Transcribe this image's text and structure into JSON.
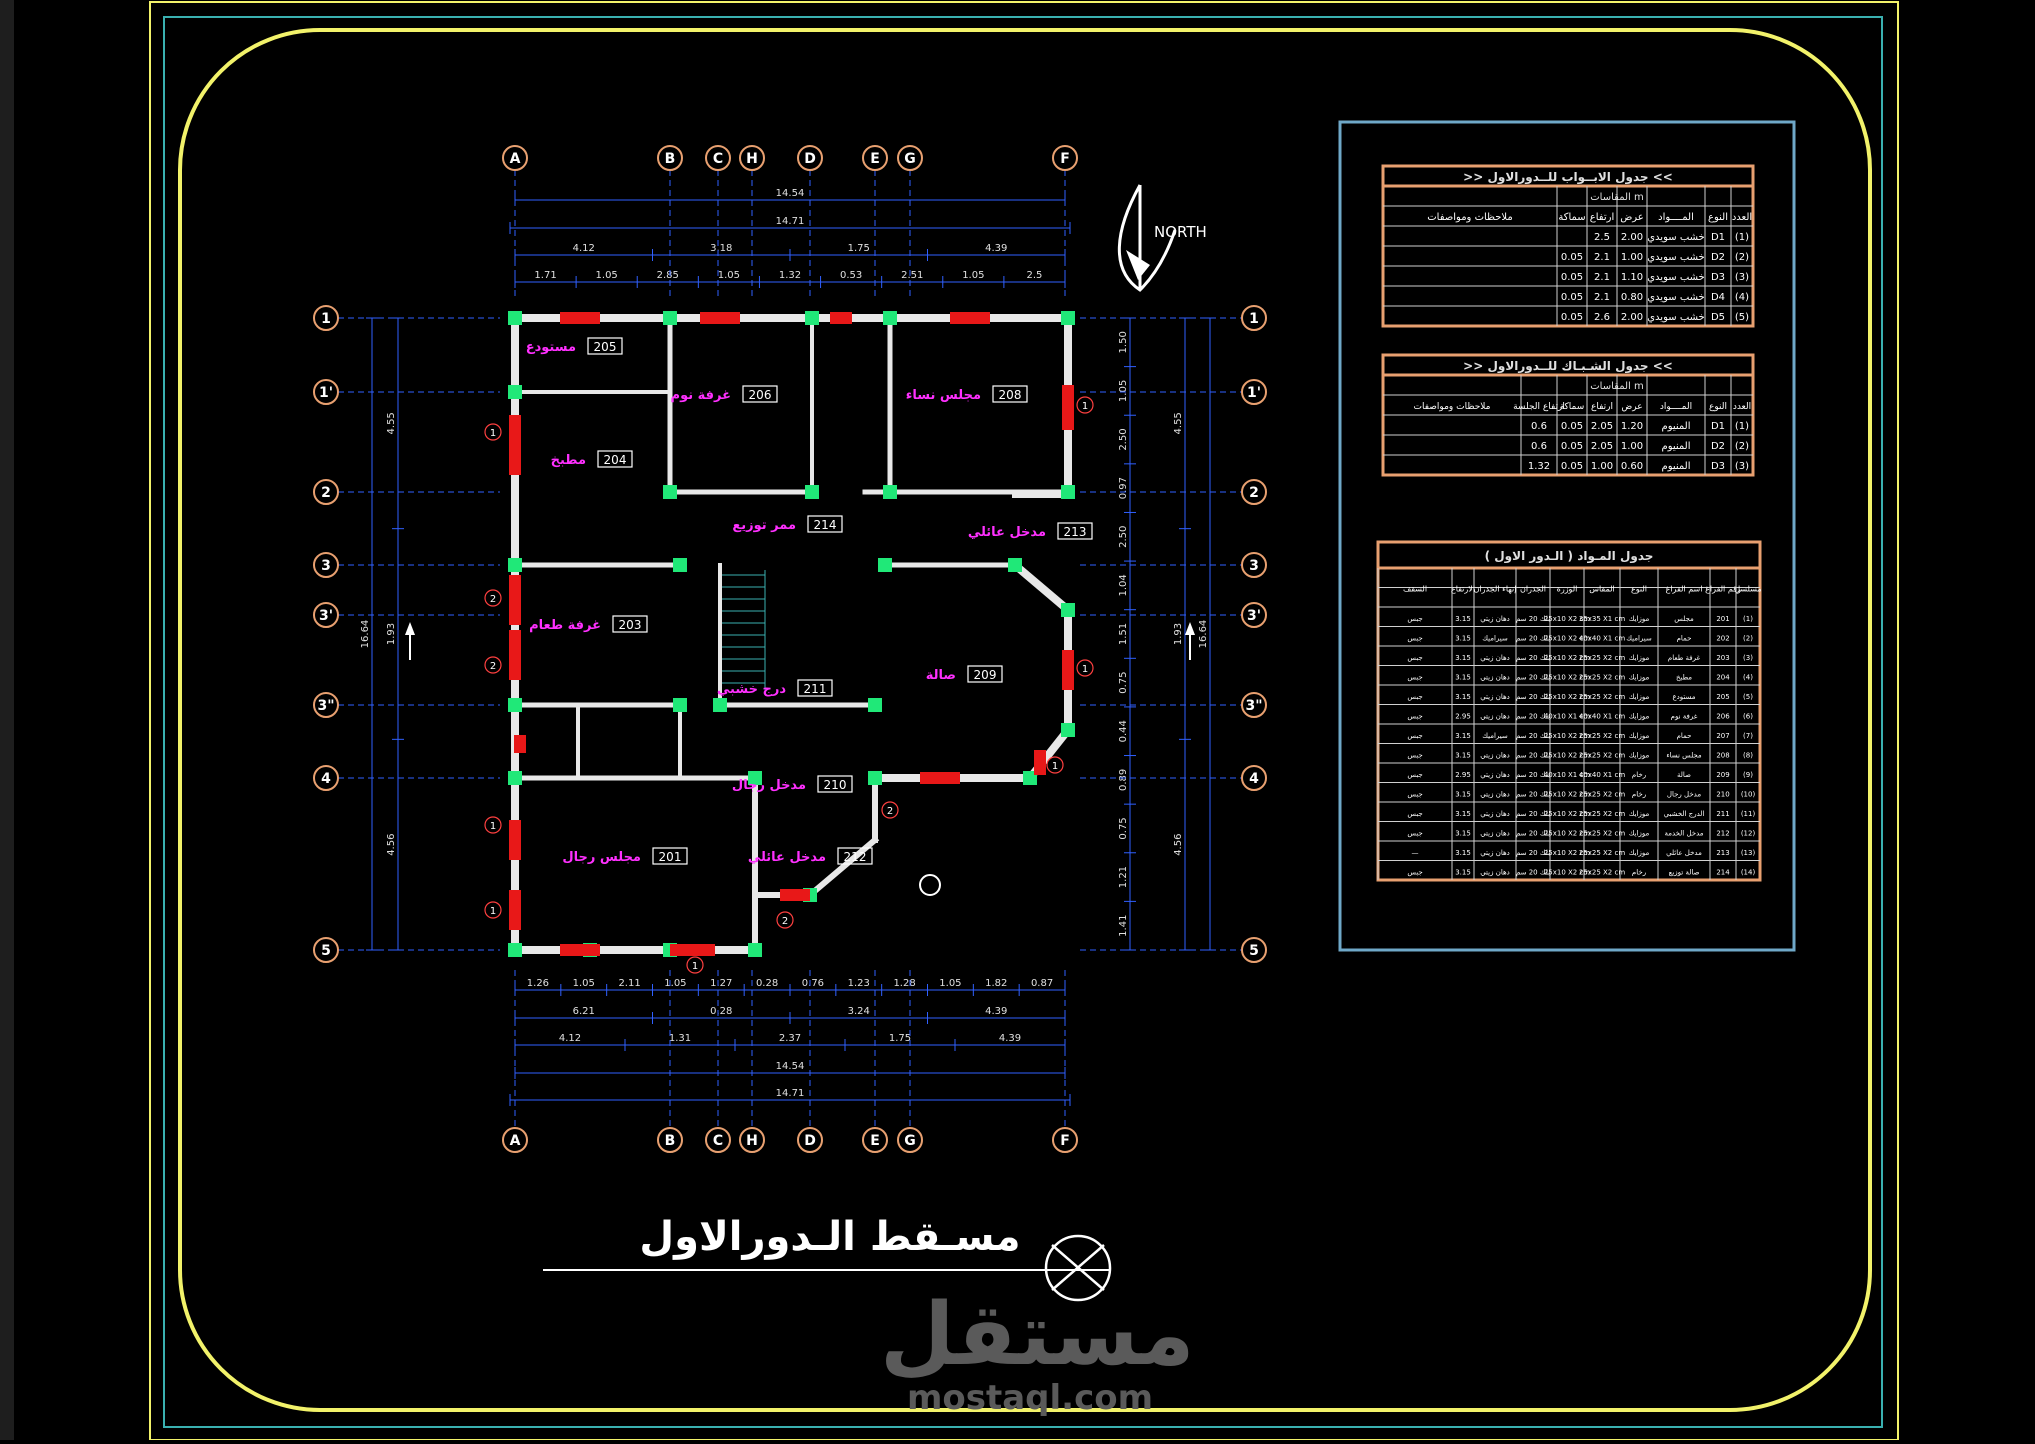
{
  "title": "مسـقط الـدورالاول",
  "north_label": "NORTH",
  "watermark": {
    "arabic": "مستقل",
    "latin": "mostaql.com"
  },
  "grid": {
    "columns": [
      "A",
      "B",
      "C",
      "H",
      "D",
      "E",
      "G",
      "F"
    ],
    "rows": [
      "1",
      "1'",
      "2",
      "3",
      "3'",
      "3\"",
      "4",
      "5"
    ]
  },
  "dimensions": {
    "top_total": "14.54",
    "top_total2": "14.71",
    "top_mid": [
      "4.12",
      "3.18",
      "1.75",
      "4.39"
    ],
    "top_detail": [
      "1.71",
      "1.05",
      "2.85",
      "1.05",
      "1.32",
      "0.53",
      "2.51",
      "1.05",
      "2.5"
    ],
    "bottom_detail": [
      "1.26",
      "1.05",
      "2.11",
      "1.05",
      "1.27",
      "0.28",
      "0.76",
      "1.23",
      "1.28",
      "1.05",
      "1.82",
      "0.87"
    ],
    "bottom_mid": [
      "6.21",
      "0.28",
      "3.24",
      "4.39"
    ],
    "bottom_mid2": [
      "4.12",
      "1.31",
      "2.37",
      "1.75",
      "4.39"
    ],
    "bottom_total": "14.54",
    "bottom_total2": "14.71",
    "left_outer": "16.64",
    "right_outer": "16.64",
    "left_col": [
      "4.55",
      "1.93",
      "4.56"
    ],
    "right_col": [
      "4.55",
      "1.93",
      "4.56"
    ],
    "right_detail": [
      "1.50",
      "1.05",
      "2.50",
      "0.97",
      "2.50",
      "1.04",
      "1.51",
      "0.75",
      "0.44",
      "0.89",
      "0.75",
      "1.21",
      "1.41"
    ]
  },
  "rooms": [
    {
      "num": "201",
      "name": "مجلس رجال"
    },
    {
      "num": "203",
      "name": "غرفة طعام"
    },
    {
      "num": "204",
      "name": "مطبخ"
    },
    {
      "num": "205",
      "name": "مستودع"
    },
    {
      "num": "206",
      "name": "غرفة نوم"
    },
    {
      "num": "208",
      "name": "مجلس نساء"
    },
    {
      "num": "209",
      "name": "صالة"
    },
    {
      "num": "210",
      "name": "مدخل رجال"
    },
    {
      "num": "211",
      "name": "درج خشبي"
    },
    {
      "num": "212",
      "name": "مدخل عائلي"
    },
    {
      "num": "213",
      "name": "مدخل عائلي"
    },
    {
      "num": "214",
      "name": "ممر توزيع"
    }
  ],
  "doors_table": {
    "title": ">>   جدول الابــواب للــدورالاول   <<",
    "headers": [
      "العدد",
      "النوع",
      "المــــواد",
      "عرض",
      "ارتفاع",
      "سماكة",
      "ملاحظات ومواصفات"
    ],
    "group_header": "المقاسات m",
    "rows": [
      [
        "(1)",
        "D1",
        "خشب سويدي",
        "2.00",
        "2.5",
        "",
        ""
      ],
      [
        "(2)",
        "D2",
        "خشب سويدي",
        "1.00",
        "2.1",
        "0.05",
        ""
      ],
      [
        "(3)",
        "D3",
        "خشب سويدي",
        "1.10",
        "2.1",
        "0.05",
        ""
      ],
      [
        "(4)",
        "D4",
        "خشب سويدي",
        "0.80",
        "2.1",
        "0.05",
        ""
      ],
      [
        "(5)",
        "D5",
        "خشب سويدي",
        "2.00",
        "2.6",
        "0.05",
        ""
      ]
    ]
  },
  "windows_table": {
    "title": ">>   جدول الشـبـاك للــدورالاول   <<",
    "headers": [
      "العدد",
      "النوع",
      "المــــواد",
      "عرض",
      "ارتفاع",
      "سماكة",
      "ارتفاع الجلسة",
      "ملاحظات ومواصفات"
    ],
    "group_header": "المقاسات m",
    "rows": [
      [
        "(1)",
        "D1",
        "المنيوم",
        "1.20",
        "2.05",
        "0.05",
        "0.6",
        ""
      ],
      [
        "(2)",
        "D2",
        "المنيوم",
        "1.00",
        "2.05",
        "0.05",
        "0.6",
        ""
      ],
      [
        "(3)",
        "D3",
        "المنيوم",
        "0.60",
        "1.00",
        "0.05",
        "1.32",
        ""
      ]
    ]
  },
  "materials_table": {
    "title": "جدول المـواد ( الـدور الاول )",
    "headers": [
      "مسلسل",
      "رقم الفراغ",
      "اسم الفراغ",
      "النوع",
      "المقاس",
      "الوزرة",
      "الجدران",
      "إنهاء الجدران",
      "الارتفاع",
      "السقف"
    ],
    "rows": [
      [
        "(1)",
        "201",
        "مجلس",
        "موزايك",
        "35x35 X1 cm",
        "25x10 X2 cm",
        "بلك 20 سم",
        "دهان زيتي",
        "3.15",
        "جبس"
      ],
      [
        "(2)",
        "202",
        "حمام",
        "سيراميك",
        "40x40 X1 cm",
        "25x10 X2 cm",
        "بلك 20 سم",
        "سيراميك",
        "3.15",
        "جبس"
      ],
      [
        "(3)",
        "203",
        "غرفة طعام",
        "موزايك",
        "25x25 X2 cm",
        "25x10 X2 cm",
        "بلك 20 سم",
        "دهان زيتي",
        "3.15",
        "جبس"
      ],
      [
        "(4)",
        "204",
        "مطبخ",
        "موزايك",
        "25x25 X2 cm",
        "25x10 X2 cm",
        "بلك 20 سم",
        "دهان زيتي",
        "3.15",
        "جبس"
      ],
      [
        "(5)",
        "205",
        "مستودع",
        "موزايك",
        "25x25 X2 cm",
        "25x10 X2 cm",
        "بلك 20 سم",
        "دهان زيتي",
        "3.15",
        "جبس"
      ],
      [
        "(6)",
        "206",
        "غرفة نوم",
        "موزايك",
        "40x40 X1 cm",
        "40x10 X1 cm",
        "بلك 20 سم",
        "دهان زيتي",
        "2.95",
        "جبس"
      ],
      [
        "(7)",
        "207",
        "حمام",
        "موزايك",
        "25x25 X2 cm",
        "25x10 X2 cm",
        "بلك 20 سم",
        "سيراميك",
        "3.15",
        "جبس"
      ],
      [
        "(8)",
        "208",
        "مجلس نساء",
        "موزايك",
        "25x25 X2 cm",
        "25x10 X2 cm",
        "بلك 20 سم",
        "دهان زيتي",
        "3.15",
        "جبس"
      ],
      [
        "(9)",
        "209",
        "صالة",
        "رخام",
        "40x40 X1 cm",
        "40x10 X1 cm",
        "بلك 20 سم",
        "دهان زيتي",
        "2.95",
        "جبس"
      ],
      [
        "(10)",
        "210",
        "مدخل رجال",
        "رخام",
        "25x25 X2 cm",
        "25x10 X2 cm",
        "بلك 20 سم",
        "دهان زيتي",
        "3.15",
        "جبس"
      ],
      [
        "(11)",
        "211",
        "الدرج الخشبي",
        "موزايك",
        "25x25 X2 cm",
        "25x10 X2 cm",
        "بلك 20 سم",
        "دهان زيتي",
        "3.15",
        "جبس"
      ],
      [
        "(12)",
        "212",
        "مدخل الخدمة",
        "موزايك",
        "25x25 X2 cm",
        "25x10 X2 cm",
        "بلك 20 سم",
        "دهان زيتي",
        "3.15",
        "جبس"
      ],
      [
        "(13)",
        "213",
        "مدخل عائلي",
        "موزايك",
        "25x25 X2 cm",
        "25x10 X2 cm",
        "بلك 20 سم",
        "دهان زيتي",
        "3.15",
        "—"
      ],
      [
        "(14)",
        "214",
        "صالة توزيع",
        "رخام",
        "25x25 X2 cm",
        "25x10 X2 cm",
        "بلك 20 سم",
        "دهان زيتي",
        "3.15",
        "جبس"
      ]
    ]
  },
  "colors": {
    "background": "#000000",
    "outer_border": "#f2f26a",
    "inner_border": "#3ab0b0",
    "panel_border": "#6fa8c8",
    "table_border": "#e8a070",
    "wall": "#e8e8e8",
    "column_green": "#20e878",
    "opening_red": "#e81818",
    "room_label": "#ff30ff",
    "dimension": "#3060ff",
    "dim_text": "#e0e0e0"
  }
}
